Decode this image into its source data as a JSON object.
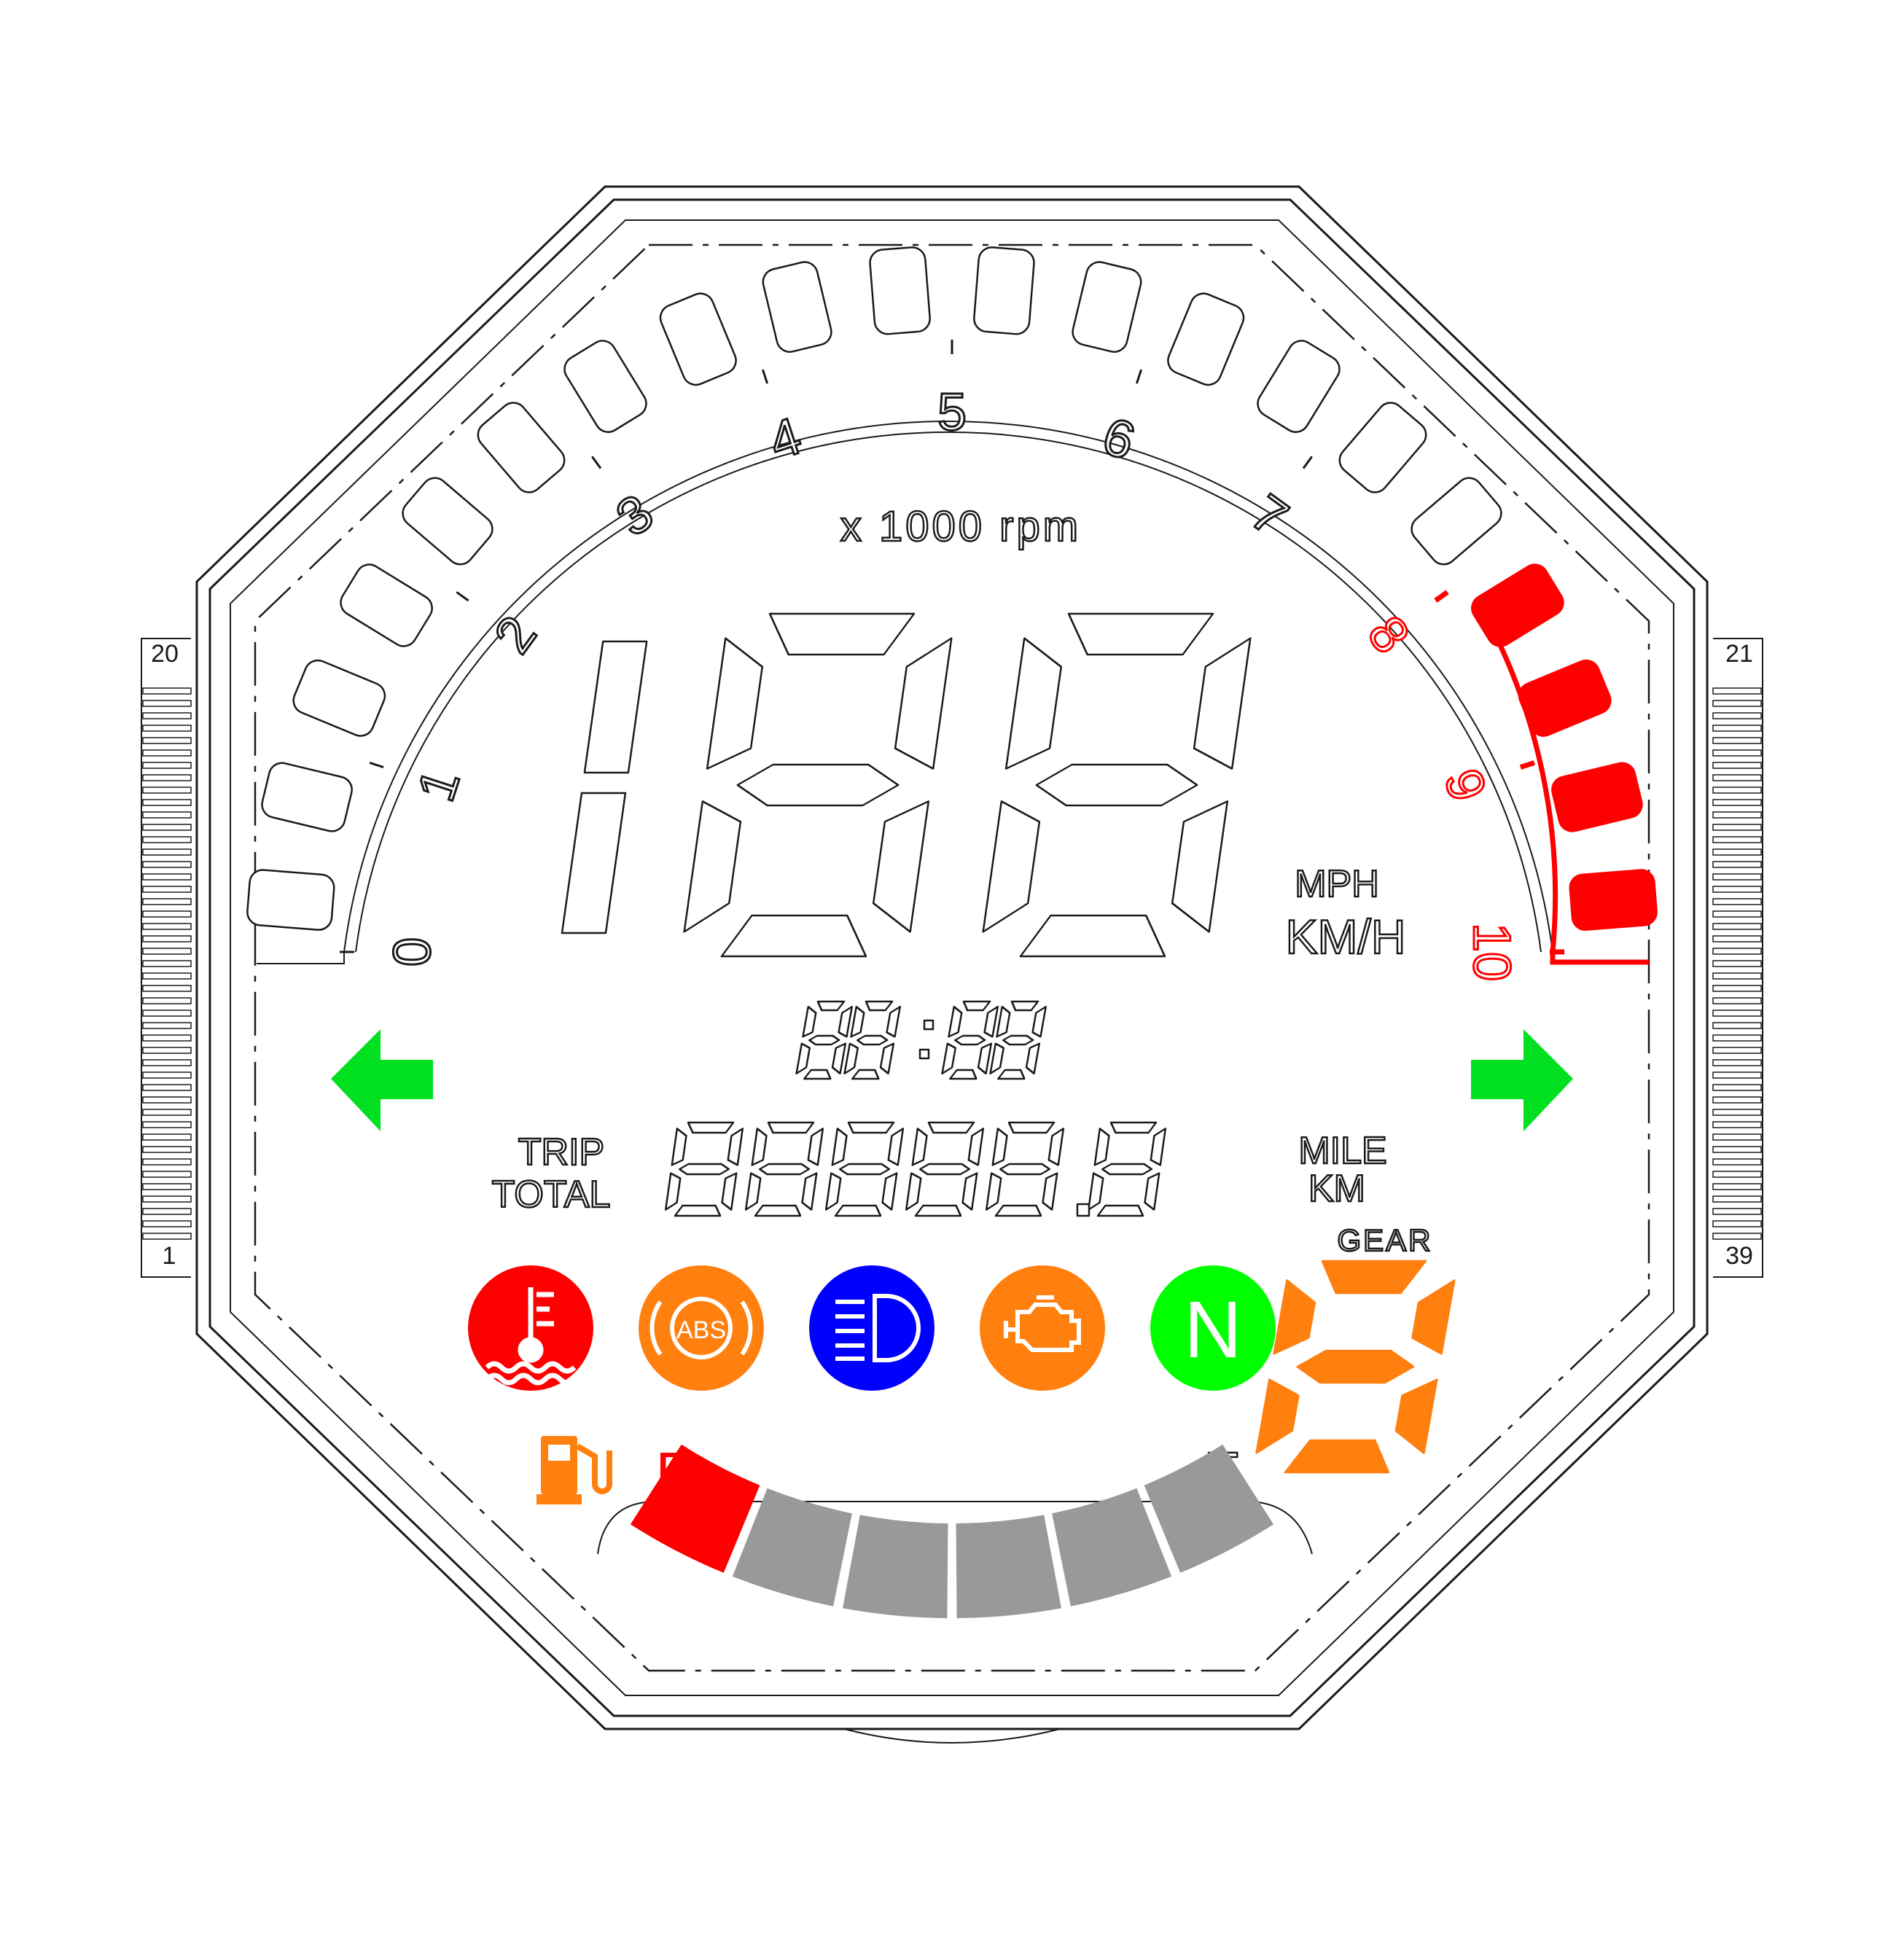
{
  "pins": {
    "top_left": "20",
    "bottom_left": "1",
    "top_right": "21",
    "bottom_right": "39"
  },
  "tachometer": {
    "unit_label": "x 1000 rpm",
    "scale": [
      "0",
      "1",
      "2",
      "3",
      "4",
      "5",
      "6",
      "7",
      "8",
      "9",
      "10"
    ],
    "redline_labels": [
      "8",
      "9",
      "10"
    ],
    "segment_count": 20,
    "lit_segments_from_end": 4,
    "normal_color": "#1a1a1a",
    "redline_color": "#ff0000"
  },
  "speed": {
    "digits": "188",
    "unit_primary": "MPH",
    "unit_secondary": "KM/H"
  },
  "clock": {
    "value": "88:88"
  },
  "odometer": {
    "label_top": "TRIP",
    "label_bottom": "TOTAL",
    "value": "88888.8",
    "unit_top": "MILE",
    "unit_bottom": "KM"
  },
  "indicators": [
    {
      "name": "coolant-temperature",
      "color": "#ff0000"
    },
    {
      "name": "abs",
      "color": "#ff7f0f",
      "text": "ABS"
    },
    {
      "name": "high-beam",
      "color": "#0000ff"
    },
    {
      "name": "check-engine",
      "color": "#ff7f0f"
    },
    {
      "name": "neutral",
      "color": "#00ff00",
      "text": "N"
    }
  ],
  "gear": {
    "label": "GEAR",
    "digit": "8",
    "color": "#ff7f0f"
  },
  "fuel": {
    "empty_label": "E",
    "full_label": "F",
    "segments": 6,
    "lit_segments": 1,
    "low_color": "#ff0000",
    "inactive_color": "#999999",
    "icon_color": "#ff7f0f"
  },
  "turn_signals": {
    "color": "#00e020"
  }
}
